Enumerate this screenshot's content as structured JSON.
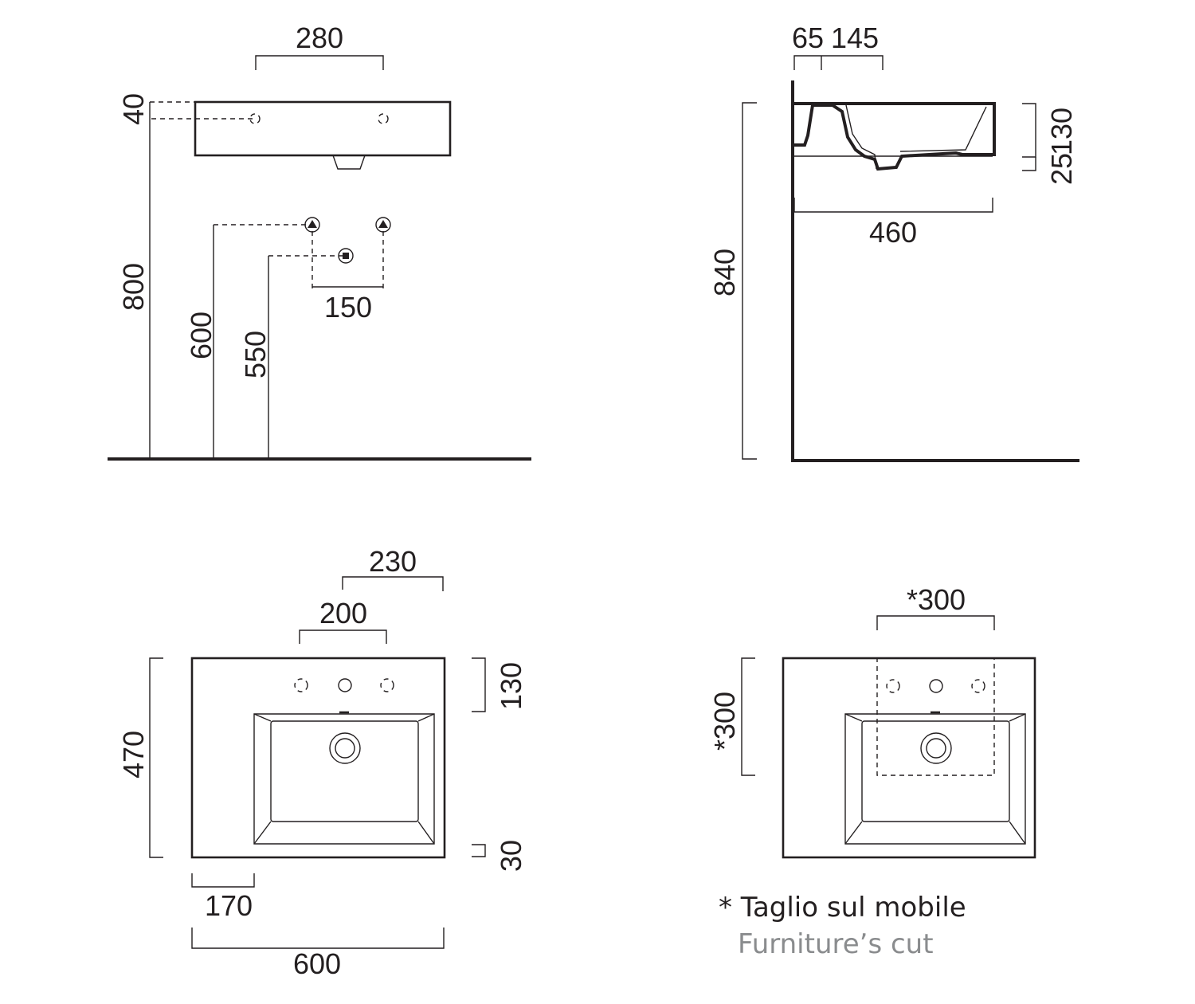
{
  "front_view": {
    "dim_top_width": "280",
    "dim_rim_height": "40",
    "dim_floor_to_top": "800",
    "dim_supply_height": "600",
    "dim_drain_height": "550",
    "dim_supply_spacing": "150"
  },
  "side_view": {
    "dim_offset_a": "65",
    "dim_offset_b": "145",
    "dim_total_height": "840",
    "dim_depth": "460",
    "dim_basin_height": "130",
    "dim_base_step": "25"
  },
  "top_view": {
    "dim_tap_span_outer": "230",
    "dim_tap_span_inner": "200",
    "dim_depth_total": "470",
    "dim_back_ledge": "130",
    "dim_front_ledge": "30",
    "dim_left_offset": "170",
    "dim_width_total": "600"
  },
  "cut_view": {
    "dim_cut_width": "*300",
    "dim_cut_depth": "*300"
  },
  "legend": {
    "cut_note_it": "* Taglio sul mobile",
    "cut_note_en": "Furniture’s cut"
  },
  "colors": {
    "line": "#231f20",
    "legend_primary": "#231f20",
    "legend_secondary": "#8a8c8e"
  }
}
